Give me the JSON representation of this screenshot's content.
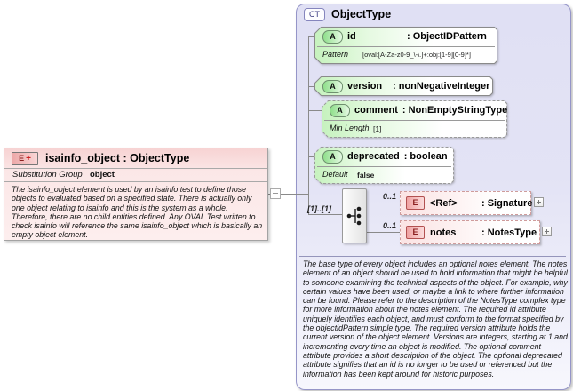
{
  "colors": {
    "complex_type_fill": "#e3e3f5",
    "complex_type_border": "#9595c8",
    "attribute_fill": "#c6f2be",
    "attribute_border": "#8a8a8a",
    "element_fill": "#fbe3e3",
    "element_border": "#cf9c9c",
    "global_element_fill": "#fbe7e7"
  },
  "icons": {
    "sequence": "sequence-icon",
    "expand": "plus-icon",
    "collapse": "minus-icon"
  },
  "element_box": {
    "badge": "E",
    "badge_plus": "+",
    "title": "isainfo_object : ObjectType",
    "substitution_group_label": "Substitution Group",
    "substitution_group_value": "object",
    "description": "The isainfo_object element is used by an isainfo test to define those objects to evaluated based on a specified state. There is actually only one object relating to isainfo and this is the system as a whole. Therefore, there are no child entities defined. Any OVAL Test written to check isainfo will reference the same isainfo_object which is basically an empty object element."
  },
  "ct": {
    "badge": "CT",
    "title": "ObjectType",
    "attributes": [
      {
        "badge": "A",
        "name": "id",
        "type": ": ObjectIDPattern",
        "facet_label": "Pattern",
        "facet_value": "[oval:[A-Za-z0-9_\\-\\.]+:obj:[1-9][0-9]*]"
      },
      {
        "badge": "A",
        "name": "version",
        "type": ": nonNegativeInteger"
      },
      {
        "badge": "A",
        "name": "comment",
        "type": ": NonEmptyStringType",
        "facet_label": "Min Length",
        "facet_value": "[1]"
      },
      {
        "badge": "A",
        "name": "deprecated",
        "type": ": boolean",
        "facet_label": "Default",
        "facet_value": "false"
      }
    ],
    "group_cardinality": "[1]..[1]",
    "elements": [
      {
        "badge": "E",
        "name": "<Ref>",
        "type": ": Signature",
        "cardinality": "0..1"
      },
      {
        "badge": "E",
        "name": "notes",
        "type": ": NotesType",
        "cardinality": "0..1"
      }
    ],
    "annotation": "The base type of every object includes an optional notes element. The notes element of an object should be used to hold information that might be helpful to someone examining the technical aspects of the object. For example, why certain values have been used, or maybe a link to where further information can be found. Please refer to the description of the NotesType complex type for more information about the notes element. The required id attribute uniquely identifies each object, and must conform to the format specified by the objectidPattern simple type. The required version attribute holds the current version of the object element. Versions are integers, starting at 1 and incrementing every time an object is modified. The optional comment attribute provides a short description of the object. The optional deprecated attribute signifies that an id is no longer to be used or referenced but the information has been kept around for historic purposes."
  }
}
